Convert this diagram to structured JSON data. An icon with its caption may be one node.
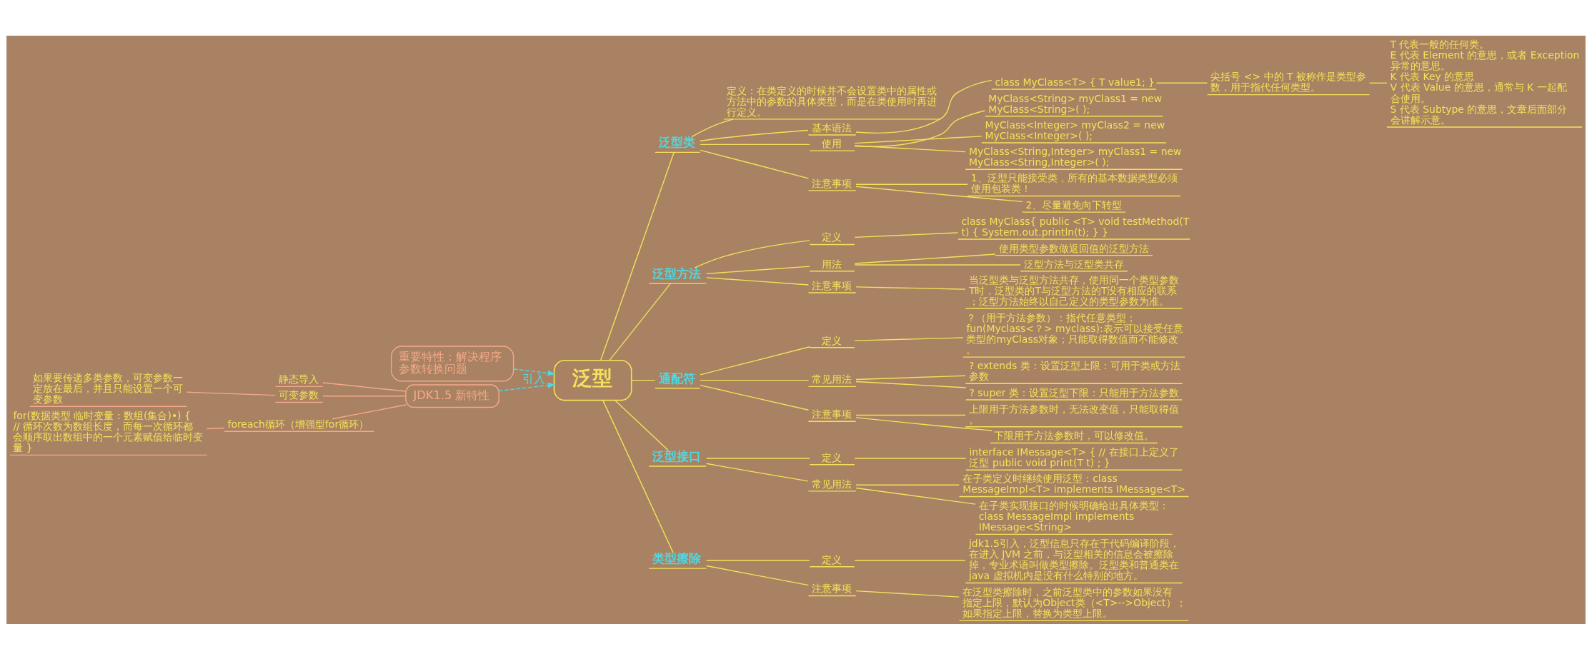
{
  "diagram": {
    "nodes": [
      {
        "text": [
          "重要特性：解决程序参数转换问题"
        ]
      },
      {
        "text": [
          "JDK1.5 新特性"
        ]
      },
      {
        "text": [
          "静态导入"
        ]
      },
      {
        "text": [
          "可变参数"
        ]
      },
      {
        "text": [
          "如果要传递多类参数，可变参数一定放在最后，并且只能设置一个可变参数"
        ]
      },
      {
        "text": [
          "foreach循环（增强型for循环）"
        ]
      },
      {
        "text": [
          "for(数据类型 临时变量 : 数组(集合)•) { // 循环次数为数组长度，而每一次循环都会顺序取出数组中的一个元素赋值给临时变量 }"
        ]
      },
      {
        "text": [
          "泛型"
        ]
      },
      {
        "text": [
          "泛型类"
        ]
      },
      {
        "text": [
          "定义：在类定义的时候并不会设置类中的属性或方法中的参数的具体类型，而是在类使用时再进行定义。"
        ]
      },
      {
        "text": [
          "基本语法"
        ]
      },
      {
        "text": [
          "class MyClass<T> { T value1; }"
        ]
      },
      {
        "text": [
          "尖括号 <> 中的 T 被称作是类型参数，用于指代任何类型。"
        ]
      },
      {
        "text": [
          "T 代表一般的任何类。",
          "E 代表 Element 的意思，或者 Exception 异常的意思。",
          "K 代表 Key 的意思",
          "V 代表 Value 的意思，通常与 K 一起配合使用。",
          "S 代表 Subtype 的意思，文章后面部分会讲解示意。"
        ]
      },
      {
        "text": [
          "使用"
        ]
      },
      {
        "text": [
          "MyClass<String> myClass1 = new MyClass<String>( );"
        ]
      },
      {
        "text": [
          "MyClass<Integer> myClass2 = new MyClass<Integer>( );"
        ]
      },
      {
        "text": [
          "MyClass<String,Integer> myClass1 = new MyClass<String,Integer>( );"
        ]
      },
      {
        "text": [
          "注意事项"
        ]
      },
      {
        "text": [
          "1、泛型只能接受类，所有的基本数据类型必须使用包装类！"
        ]
      },
      {
        "text": [
          "2、尽量避免向下转型"
        ]
      },
      {
        "text": [
          "泛型方法"
        ]
      },
      {
        "text": [
          "定义"
        ]
      },
      {
        "text": [
          "class MyClass{ public <T> void testMethod(T t) { System.out.println(t); } }"
        ]
      },
      {
        "text": [
          "用法"
        ]
      },
      {
        "text": [
          "使用类型参数做返回值的泛型方法"
        ]
      },
      {
        "text": [
          "泛型方法与泛型类共存"
        ]
      },
      {
        "text": [
          "注意事项"
        ]
      },
      {
        "text": [
          "当泛型类与泛型方法共存，使用同一个类型参数T时，泛型类的T与泛型方法的T没有相应的联系；泛型方法始终以自己定义的类型参数为准。"
        ]
      },
      {
        "text": [
          "通配符"
        ]
      },
      {
        "text": [
          "定义"
        ]
      },
      {
        "text": [
          "？（用于方法参数）：指代任意类型；",
          "fun(Myclass<？> myclass):表示可以接受任意类型的myClass对象；只能取得数值而不能修改。"
        ]
      },
      {
        "text": [
          "常见用法"
        ]
      },
      {
        "text": [
          "? extends 类：设置泛型上限：可用于类或方法参数"
        ]
      },
      {
        "text": [
          "? super 类：设置泛型下限：只能用于方法参数"
        ]
      },
      {
        "text": [
          "注意事项"
        ]
      },
      {
        "text": [
          "上限用于方法参数时，无法改变值，只能取得值。"
        ]
      },
      {
        "text": [
          "下限用于方法参数时，可以修改值。"
        ]
      },
      {
        "text": [
          "泛型接口"
        ]
      },
      {
        "text": [
          "定义"
        ]
      },
      {
        "text": [
          "interface IMessage<T> { // 在接口上定义了泛型 public void print(T t) ; }"
        ]
      },
      {
        "text": [
          "常见用法"
        ]
      },
      {
        "text": [
          "在子类定义时继续使用泛型：class MessageImpl<T> implements IMessage<T>"
        ]
      },
      {
        "text": [
          "在子类实现接口的时候明确给出具体类型：class MessageImpl implements IMessage<String>"
        ]
      },
      {
        "text": [
          "类型擦除"
        ]
      },
      {
        "text": [
          "定义"
        ]
      },
      {
        "text": [
          "jdk1.5引入，泛型信息只存在于代码编译阶段，在进入 JVM 之前，与泛型相关的信息会被擦除掉，专业术语叫做类型擦除。泛型类和普通类在 java 虚拟机内是没有什么特别的地方。"
        ]
      },
      {
        "text": [
          "注意事项"
        ]
      },
      {
        "text": [
          "在泛型类擦除时，之前泛型类中的参数如果没有指定上限，默认为Object类（<T>-->Object）；如果指定上限，替换为类型上限。"
        ]
      }
    ],
    "edges": [
      {
        "from": 0,
        "to": 7,
        "arrow": "to",
        "style": "dashed",
        "color": "#4fd8e2"
      },
      {
        "from": 1,
        "to": 7,
        "arrow": "to",
        "label": "引入",
        "style": "dashed",
        "color": "#4fd8e2"
      },
      {
        "from": 2,
        "to": 1,
        "arrow": "none",
        "color": "#f6a98a"
      },
      {
        "from": 3,
        "to": 1,
        "arrow": "none",
        "color": "#f6a98a"
      },
      {
        "from": 4,
        "to": 3,
        "arrow": "none",
        "color": "#f6a98a"
      },
      {
        "from": 5,
        "to": 1,
        "arrow": "none",
        "color": "#f6a98a"
      },
      {
        "from": 6,
        "to": 5,
        "arrow": "none",
        "color": "#f6a98a"
      },
      {
        "from": 7,
        "to": 8,
        "arrow": "none"
      },
      {
        "from": 8,
        "to": 9,
        "arrow": "none"
      },
      {
        "from": 8,
        "to": 10,
        "arrow": "none"
      },
      {
        "from": 10,
        "to": 11,
        "arrow": "none"
      },
      {
        "from": 11,
        "to": 12,
        "arrow": "none"
      },
      {
        "from": 12,
        "to": 13,
        "arrow": "none"
      },
      {
        "from": 8,
        "to": 14,
        "arrow": "none"
      },
      {
        "from": 14,
        "to": 15,
        "arrow": "none"
      },
      {
        "from": 14,
        "to": 16,
        "arrow": "none"
      },
      {
        "from": 14,
        "to": 17,
        "arrow": "none"
      },
      {
        "from": 8,
        "to": 18,
        "arrow": "none"
      },
      {
        "from": 18,
        "to": 19,
        "arrow": "none"
      },
      {
        "from": 18,
        "to": 20,
        "arrow": "none"
      },
      {
        "from": 7,
        "to": 21,
        "arrow": "none"
      },
      {
        "from": 21,
        "to": 22,
        "arrow": "none"
      },
      {
        "from": 22,
        "to": 23,
        "arrow": "none"
      },
      {
        "from": 21,
        "to": 24,
        "arrow": "none"
      },
      {
        "from": 24,
        "to": 25,
        "arrow": "none"
      },
      {
        "from": 24,
        "to": 26,
        "arrow": "none"
      },
      {
        "from": 21,
        "to": 27,
        "arrow": "none"
      },
      {
        "from": 27,
        "to": 28,
        "arrow": "none"
      },
      {
        "from": 7,
        "to": 29,
        "arrow": "none"
      },
      {
        "from": 29,
        "to": 30,
        "arrow": "none"
      },
      {
        "from": 30,
        "to": 31,
        "arrow": "none"
      },
      {
        "from": 29,
        "to": 32,
        "arrow": "none"
      },
      {
        "from": 32,
        "to": 33,
        "arrow": "none"
      },
      {
        "from": 32,
        "to": 34,
        "arrow": "none"
      },
      {
        "from": 29,
        "to": 35,
        "arrow": "none"
      },
      {
        "from": 35,
        "to": 36,
        "arrow": "none"
      },
      {
        "from": 35,
        "to": 37,
        "arrow": "none"
      },
      {
        "from": 7,
        "to": 38,
        "arrow": "none"
      },
      {
        "from": 38,
        "to": 39,
        "arrow": "none"
      },
      {
        "from": 39,
        "to": 40,
        "arrow": "none"
      },
      {
        "from": 38,
        "to": 41,
        "arrow": "none"
      },
      {
        "from": 41,
        "to": 42,
        "arrow": "none"
      },
      {
        "from": 41,
        "to": 43,
        "arrow": "none"
      },
      {
        "from": 7,
        "to": 44,
        "arrow": "none"
      },
      {
        "from": 44,
        "to": 45,
        "arrow": "none"
      },
      {
        "from": 45,
        "to": 46,
        "arrow": "none"
      },
      {
        "from": 44,
        "to": 47,
        "arrow": "none"
      },
      {
        "from": 47,
        "to": 48,
        "arrow": "none"
      }
    ]
  }
}
